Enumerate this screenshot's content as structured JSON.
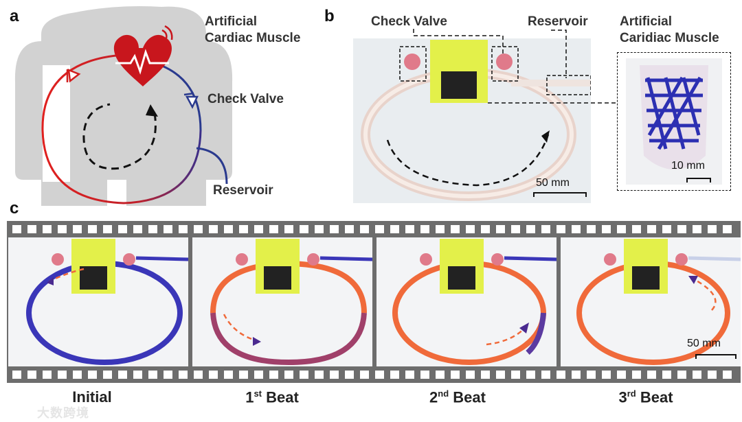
{
  "panel_a": {
    "letter": "a",
    "label_muscle_line1": "Artificial",
    "label_muscle_line2": "Cardiac Muscle",
    "label_check_valve": "Check Valve",
    "label_reservoir": "Reservoir"
  },
  "panel_b": {
    "letter": "b",
    "label_check_valve": "Check Valve",
    "label_reservoir": "Reservoir",
    "label_inset_line1": "Artificial",
    "label_inset_line2": "Caridiac Muscle",
    "scale_main": "50 mm",
    "scale_inset": "10 mm"
  },
  "panel_c": {
    "letter": "c",
    "frames": [
      {
        "label": "Initial",
        "num": "",
        "sup": "",
        "suffix": ""
      },
      {
        "label": "",
        "num": "1",
        "sup": "st",
        "suffix": " Beat"
      },
      {
        "label": "",
        "num": "2",
        "sup": "nd",
        "suffix": " Beat"
      },
      {
        "label": "",
        "num": "3",
        "sup": "rd",
        "suffix": " Beat"
      }
    ],
    "scale": "50 mm"
  },
  "colors": {
    "oxygenated": "#d42020",
    "deoxygenated": "#2a3a8e",
    "heart": "#c8161d",
    "body_silhouette": "#d2d2d2",
    "actuator_yellow": "#e3f04a",
    "tube_blue": "#3a36b8",
    "tube_orange": "#f06a3a"
  },
  "watermark": "大数跨境"
}
